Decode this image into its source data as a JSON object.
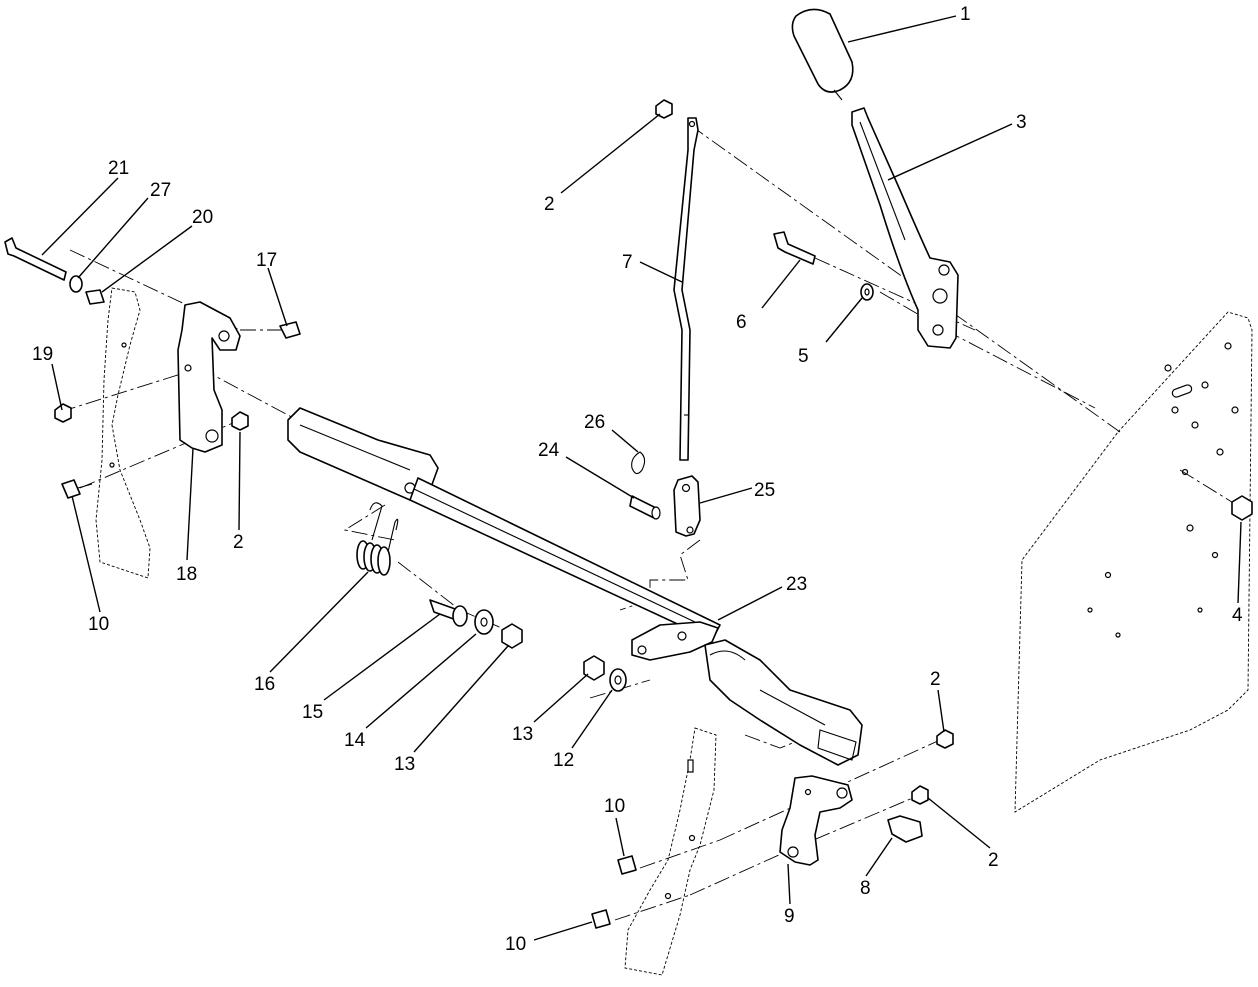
{
  "callouts": [
    {
      "id": "c1",
      "text": "1"
    },
    {
      "id": "c3",
      "text": "3"
    },
    {
      "id": "c2a",
      "text": "2"
    },
    {
      "id": "c7",
      "text": "7"
    },
    {
      "id": "c6",
      "text": "6"
    },
    {
      "id": "c5",
      "text": "5"
    },
    {
      "id": "c21",
      "text": "21"
    },
    {
      "id": "c27",
      "text": "27"
    },
    {
      "id": "c20",
      "text": "20"
    },
    {
      "id": "c17",
      "text": "17"
    },
    {
      "id": "c19",
      "text": "19"
    },
    {
      "id": "c26",
      "text": "26"
    },
    {
      "id": "c24",
      "text": "24"
    },
    {
      "id": "c25",
      "text": "25"
    },
    {
      "id": "c2b",
      "text": "2"
    },
    {
      "id": "c18",
      "text": "18"
    },
    {
      "id": "c10a",
      "text": "10"
    },
    {
      "id": "c23",
      "text": "23"
    },
    {
      "id": "c4",
      "text": "4"
    },
    {
      "id": "c16",
      "text": "16"
    },
    {
      "id": "c15",
      "text": "15"
    },
    {
      "id": "c14",
      "text": "14"
    },
    {
      "id": "c13a",
      "text": "13"
    },
    {
      "id": "c13b",
      "text": "13"
    },
    {
      "id": "c12",
      "text": "12"
    },
    {
      "id": "c2c",
      "text": "2"
    },
    {
      "id": "c10b",
      "text": "10"
    },
    {
      "id": "c2d",
      "text": "2"
    },
    {
      "id": "c8",
      "text": "8"
    },
    {
      "id": "c9",
      "text": "9"
    },
    {
      "id": "c10c",
      "text": "10"
    }
  ]
}
